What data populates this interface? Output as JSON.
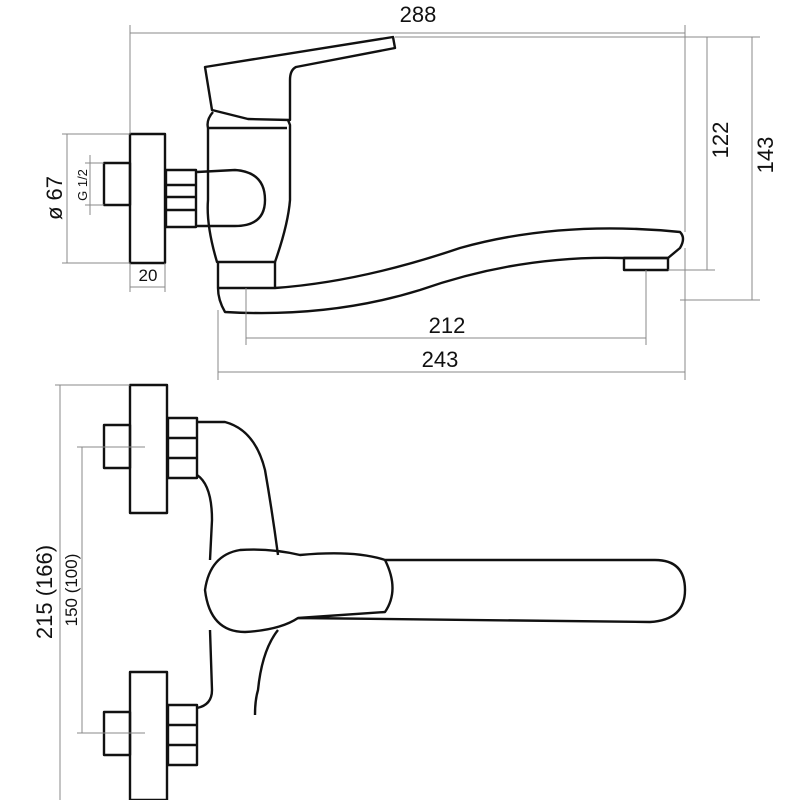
{
  "dimensions": {
    "overall_length": "288",
    "spout_height": "122",
    "overall_height": "143",
    "flange_diameter": "ø 67",
    "thread": "G 1/2",
    "flange_depth": "20",
    "spout_reach_inner": "212",
    "spout_reach_outer": "243",
    "overall_width": "215 (166)",
    "inlet_spacing": "150 (100)"
  }
}
